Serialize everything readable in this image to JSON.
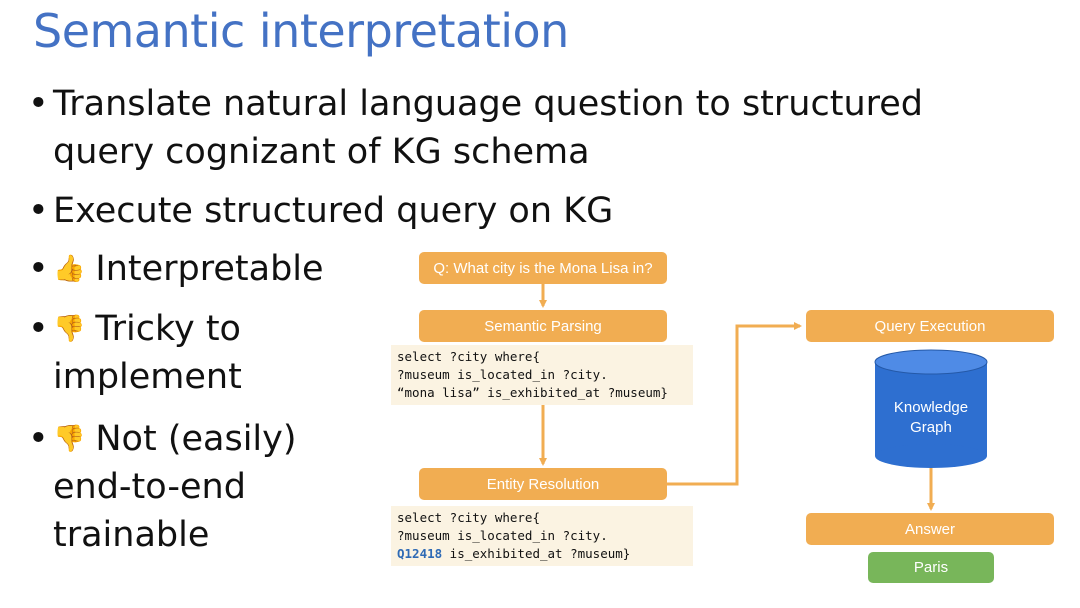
{
  "title": "Semantic interpretation",
  "bullets": [
    {
      "text": "Translate natural language question to structured query cognizant of KG schema",
      "icon": ""
    },
    {
      "text": "Execute structured query on KG",
      "icon": ""
    },
    {
      "text": "Interpretable",
      "icon": "thumbs-up-icon"
    },
    {
      "text": "Tricky to implement",
      "icon": "thumbs-down-icon"
    },
    {
      "text": "Not (easily) end-to-end trainable",
      "icon": "thumbs-down-icon"
    }
  ],
  "diagram": {
    "question": "Q: What city is the Mona Lisa in?",
    "semantic_parsing": "Semantic Parsing",
    "code1": {
      "line1": "select ?city where{",
      "line2": "?museum is_located_in ?city.",
      "line3": "“mona lisa” is_exhibited_at ?museum}"
    },
    "entity_resolution": "Entity Resolution",
    "code2": {
      "line1": "select ?city where{",
      "line2": "?museum is_located_in ?city.",
      "line3_entity": "Q12418",
      "line3_rest": " is_exhibited_at ?museum}"
    },
    "query_execution": "Query Execution",
    "knowledge_graph": "Knowledge\nGraph",
    "answer": "Answer",
    "answer_value": "Paris"
  },
  "colors": {
    "title": "#4472c4",
    "box_orange": "#f1ad52",
    "box_green": "#78b65a",
    "cylinder": "#2e6fd0",
    "code_bg": "#fbf3e2",
    "entity_blue": "#2e6ab5"
  }
}
